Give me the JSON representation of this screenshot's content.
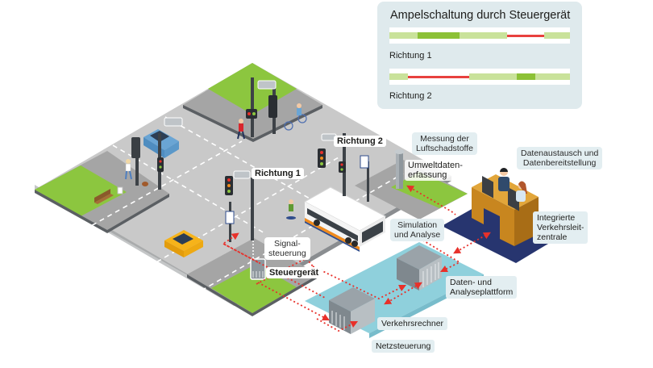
{
  "timing_panel": {
    "title": "Ampelschaltung durch Steuergerät",
    "colors": {
      "green_light": "#c9e29a",
      "green_dark": "#8cc136",
      "red": "#e8413e"
    },
    "directions": [
      {
        "label": "Richtung 1",
        "phases": [
          {
            "state": "green_light",
            "fraction": 0.156
          },
          {
            "state": "green_dark",
            "fraction": 0.232
          },
          {
            "state": "green_light",
            "fraction": 0.263
          },
          {
            "state": "red",
            "fraction": 0.205
          },
          {
            "state": "green_light",
            "fraction": 0.144
          }
        ]
      },
      {
        "label": "Richtung 2",
        "phases": [
          {
            "state": "green_light",
            "fraction": 0.103
          },
          {
            "state": "red",
            "fraction": 0.339
          },
          {
            "state": "green_light",
            "fraction": 0.263
          },
          {
            "state": "green_dark",
            "fraction": 0.103
          },
          {
            "state": "green_light",
            "fraction": 0.192
          }
        ]
      }
    ]
  },
  "scene_labels": {
    "richtung_1": "Richtung 1",
    "richtung_2": "Richtung 2",
    "messung_line1": "Messung der",
    "messung_line2": "Luftschadstoffe",
    "umwelt_line1": "Umweltdaten-",
    "umwelt_line2": "erfassung",
    "datenaustausch_line1": "Datenaustausch und",
    "datenaustausch_line2": "Datenbereitstellung",
    "zentrale_line1": "Integrierte",
    "zentrale_line2": "Verkehrsleit-",
    "zentrale_line3": "zentrale",
    "simulation_line1": "Simulation",
    "simulation_line2": "und Analyse",
    "signal_line1": "Signal-",
    "signal_line2": "steuerung",
    "steuergeraet": "Steuergerät",
    "plattform_line1": "Daten- und",
    "plattform_line2": "Analyseplattform",
    "verkehrsrechner": "Verkehrsrechner",
    "netzsteuerung": "Netzsteuerung"
  },
  "colors": {
    "road": "#c7c7c7",
    "sidewalk": "#a8a8a8",
    "grass": "#8cc63f",
    "curb": "#5b5f63",
    "network_area": "#8fd0dc",
    "control_center_floor": "#27356f",
    "desk": "#d79a2b",
    "data_flow": "#e8302a"
  }
}
